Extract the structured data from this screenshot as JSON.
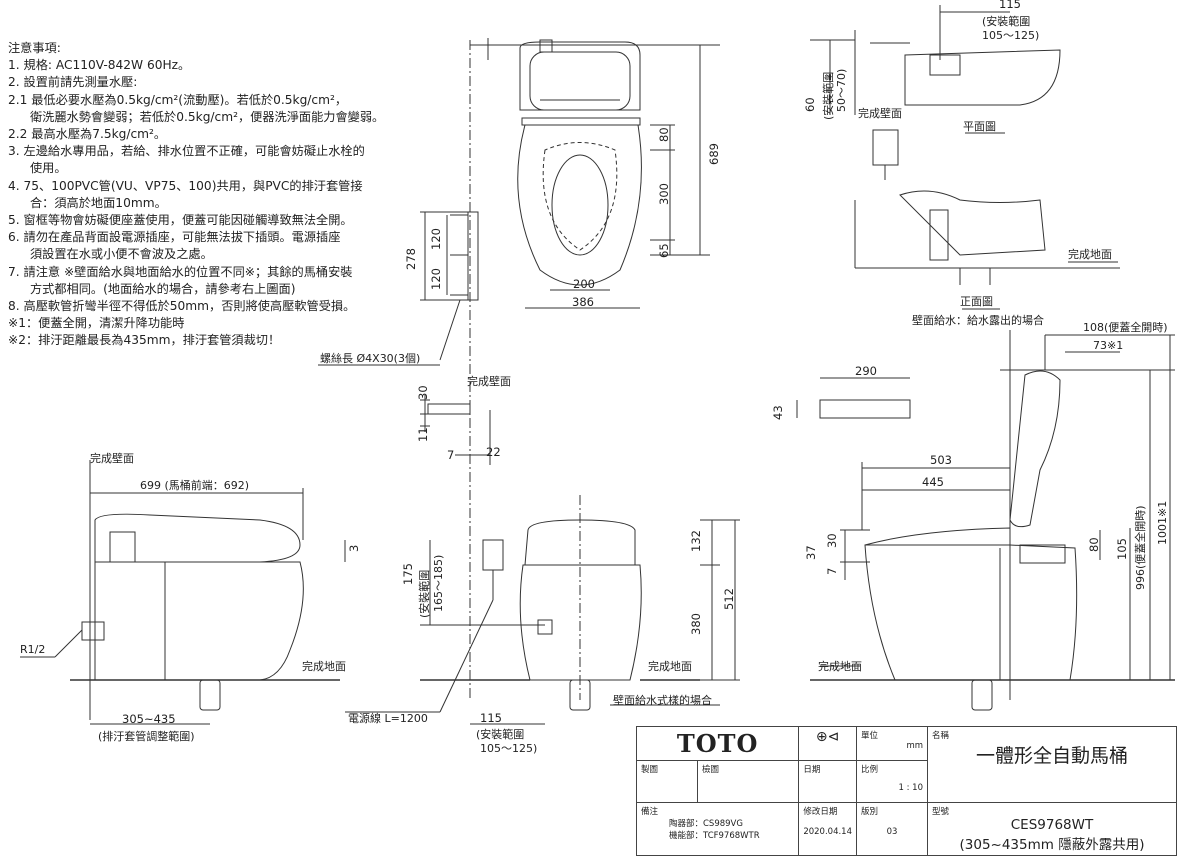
{
  "notes": {
    "title": "注意事項:",
    "lines": [
      "1.  規格: AC110V-842W  60Hz。",
      "2.  設置前請先測量水壓:",
      "2.1 最低必要水壓為0.5kg/cm²(流動壓)。若低於0.5kg/cm²，",
      "衛洗麗水勢會變弱；若低於0.5kg/cm²，便器洗淨面能力會變弱。",
      "2.2 最高水壓為7.5kg/cm²。",
      "3.  左邊給水專用品，若給、排水位置不正確，可能會妨礙止水栓的",
      "使用。",
      "4.  75、100PVC管(VU、VP75、100)共用，與PVC的排汙套管接",
      "合：須高於地面10mm。",
      "5.  窗框等物會妨礙便座蓋使用，便蓋可能因碰觸導致無法全開。",
      "6.  請勿在產品背面設電源插座，可能無法拔下插頭。電源插座",
      "須設置在水或小便不會波及之處。",
      "7. 請注意 ※壁面給水與地面給水的位置不同※；其餘的馬桶安裝",
      "方式都相同。(地面給水的場合，請參考右上圖面)",
      "8. 高壓軟管折彎半徑不得低於50mm，否則將使高壓軟管受損。",
      "※1：便蓋全開，清潔升降功能時",
      "※2：排汙距離最長為435mm，排汙套管須裁切！"
    ]
  },
  "labels": {
    "finished_wall": "完成壁面",
    "finished_floor": "完成地面",
    "plan_view": "平面圖",
    "front_view": "正面圖",
    "wall_supply_exposed": "壁面給水：給水露出的場合",
    "wall_supply_type": "壁面給水式樣的場合",
    "screw": "螺絲長 Ø4X30(3個)",
    "power_cord": "電源線  L=1200",
    "r12": "R1/2",
    "drain_range": "305~435",
    "drain_range_note": "(排汙套管調整範圍)",
    "install_range": "(安裝範圍",
    "install_range_115": "105～125)",
    "install_range_v": "(安裝範圍",
    "install_range_v2": "50～70)",
    "install_range_175a": "(安裝範圍",
    "install_range_175b": "165～185)",
    "lid_open_108": "108(便蓋全開時)",
    "mark_73": "73※1",
    "lid_open_996": "996(便蓋全開時)",
    "mark_1001": "1001※1",
    "front_699": "699 (馬桶前端：692)"
  },
  "dims": {
    "d115": "115",
    "d60": "60",
    "d689": "689",
    "d80": "80",
    "d300": "300",
    "d65": "65",
    "d200": "200",
    "d386": "386",
    "d278": "278",
    "d120a": "120",
    "d120b": "120",
    "d30": "30",
    "d11": "11",
    "d7": "7",
    "d22": "22",
    "d3": "3",
    "d175": "175",
    "d132": "132",
    "d512": "512",
    "d380": "380",
    "d115b": "115",
    "d290": "290",
    "d43": "43",
    "d503": "503",
    "d445": "445",
    "d37": "37",
    "d30b": "30",
    "d7b": "7",
    "d80b": "80",
    "d105": "105"
  },
  "title_block": {
    "brand": "TOTO",
    "unit_label": "單位",
    "unit": "mm",
    "name_label": "名稱",
    "name": "一體形全自動馬桶",
    "drawn_label": "製圖",
    "checked_label": "檢圖",
    "date_label": "日期",
    "scale_label": "比例",
    "scale": "1 : 10",
    "model_label": "型號",
    "model": "CES9768WT",
    "model_note": "(305~435mm 隱蔽外露共用)",
    "remarks_label": "備注",
    "ceramic": "陶器部：CS989VG",
    "mechanism": "機能部：TCF9768WTR",
    "rev_date_label": "修改日期",
    "rev_date": "2020.04.14",
    "version_label": "版別",
    "version": "03"
  }
}
